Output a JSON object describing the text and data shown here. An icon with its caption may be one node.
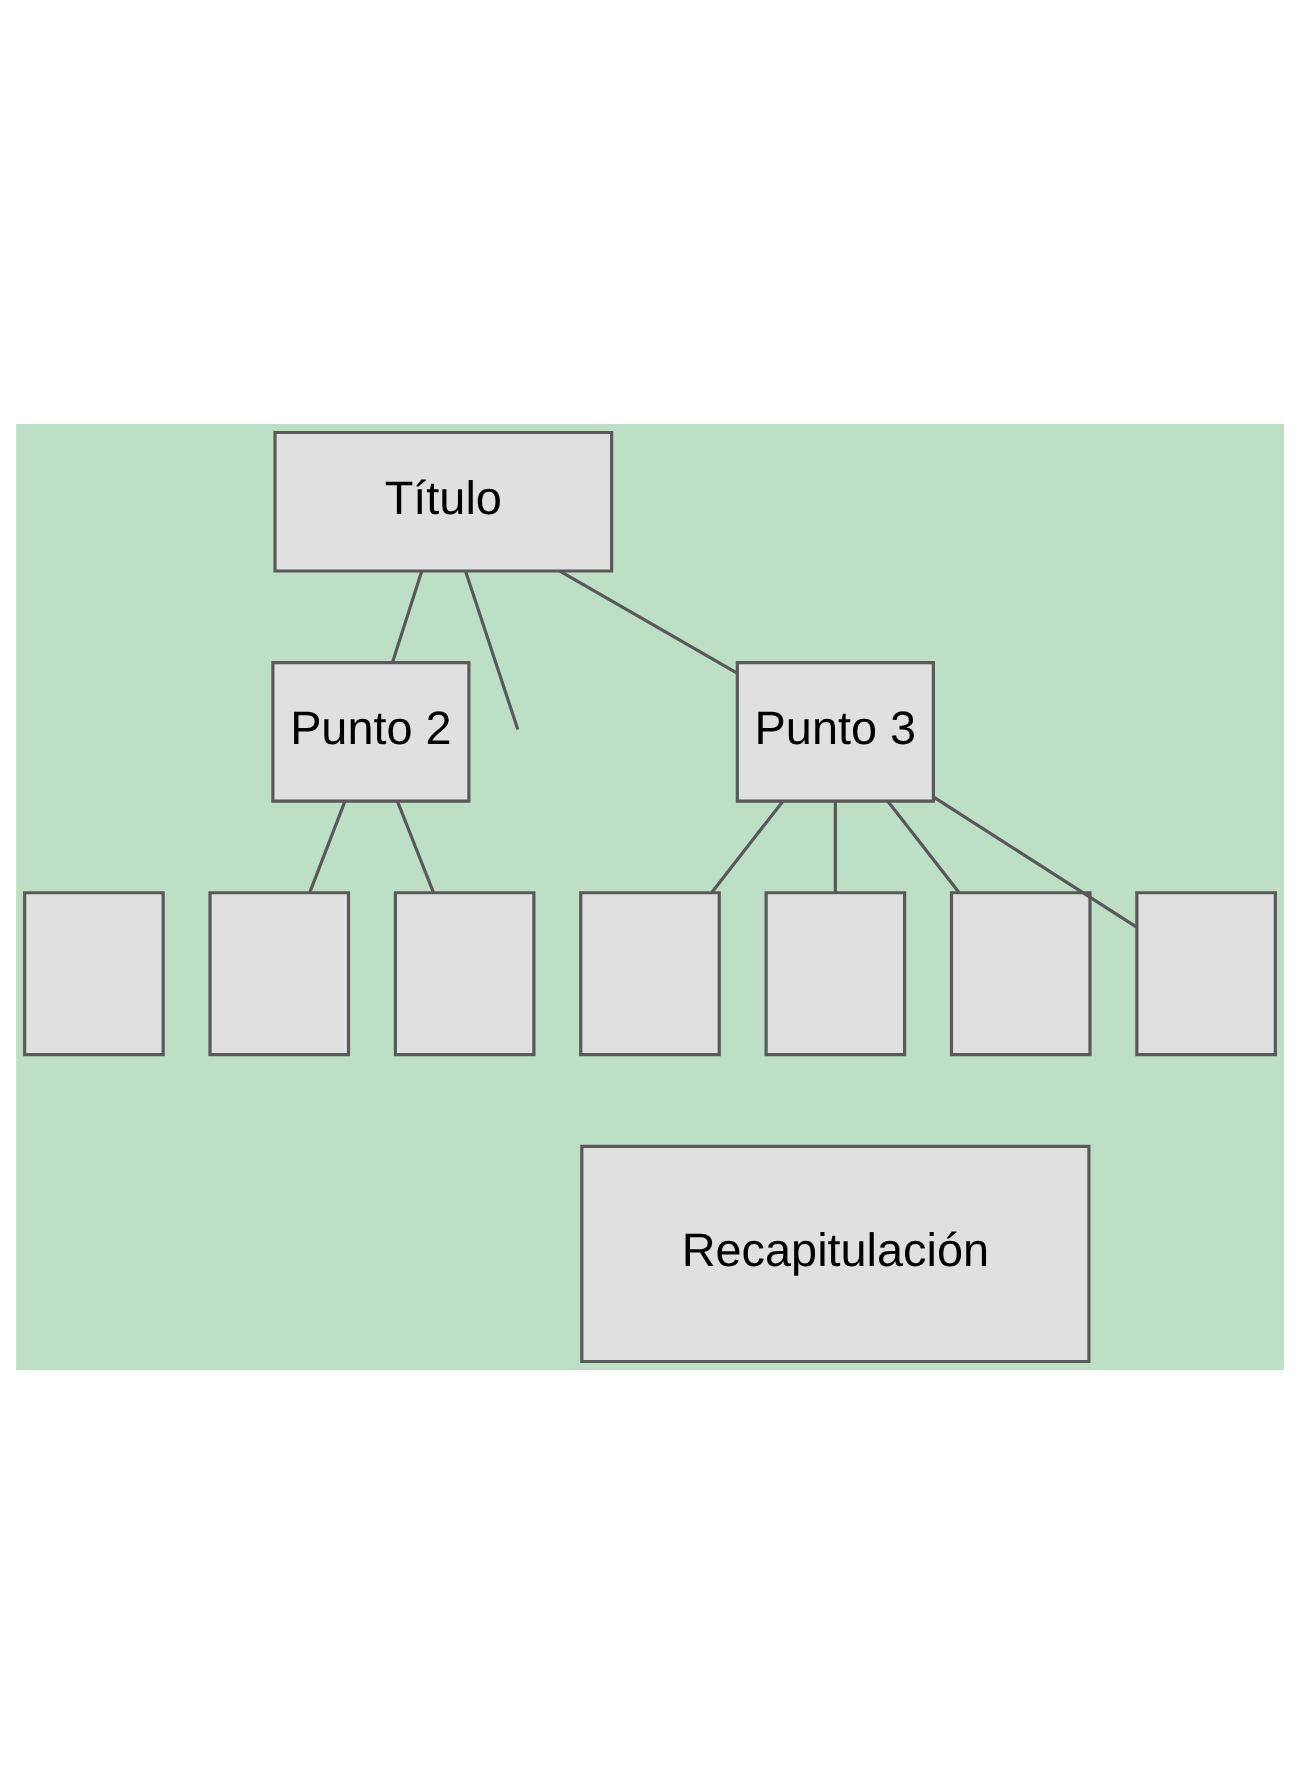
{
  "diagram": {
    "nodes": [
      {
        "text": [
          "Título"
        ]
      },
      {
        "text": [
          "Punto 2"
        ]
      },
      {
        "text": [
          "Punto 3"
        ]
      },
      {
        "text": [],
        "shape": "box"
      },
      {
        "text": [],
        "shape": "box"
      },
      {
        "text": [],
        "shape": "box"
      },
      {
        "text": [],
        "shape": "box"
      },
      {
        "text": [],
        "shape": "box"
      },
      {
        "text": [],
        "shape": "box"
      },
      {
        "text": [],
        "shape": "box"
      },
      {
        "text": [
          "Recapitulación"
        ]
      }
    ],
    "edges": [
      {
        "from": 0,
        "to": null,
        "arrow": "none"
      },
      {
        "from": 0,
        "to": 1,
        "arrow": "none"
      },
      {
        "from": 0,
        "to": 2,
        "arrow": "none"
      },
      {
        "from": 1,
        "to": 4,
        "arrow": "none"
      },
      {
        "from": 1,
        "to": 5,
        "arrow": "none"
      },
      {
        "from": 2,
        "to": 6,
        "arrow": "none"
      },
      {
        "from": 2,
        "to": 7,
        "arrow": "none"
      },
      {
        "from": 2,
        "to": 8,
        "arrow": "none"
      },
      {
        "from": 2,
        "to": 9,
        "arrow": "none"
      }
    ]
  }
}
